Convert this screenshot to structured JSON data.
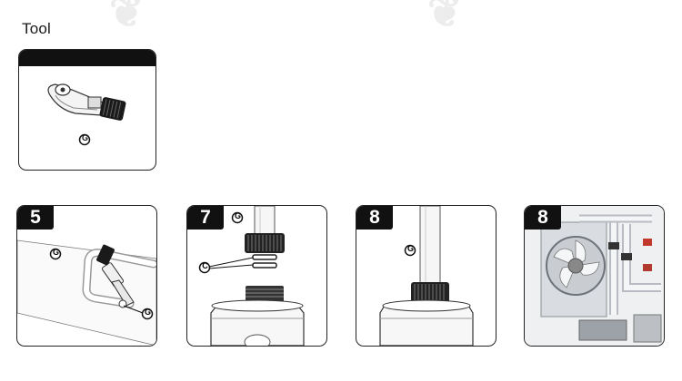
{
  "page": {
    "heading": "Tool"
  },
  "tool_card": {
    "callout": "G"
  },
  "steps": [
    {
      "number": "5",
      "callout_top": "G",
      "callout_bottom": "G"
    },
    {
      "number": "7",
      "callout_top": "G",
      "callout_left": "C"
    },
    {
      "number": "8",
      "callout": "G"
    },
    {
      "number": "8"
    }
  ],
  "colors": {
    "frame": "#222222",
    "badge": "#111111",
    "cutter_knob": "#1a1a1a"
  }
}
